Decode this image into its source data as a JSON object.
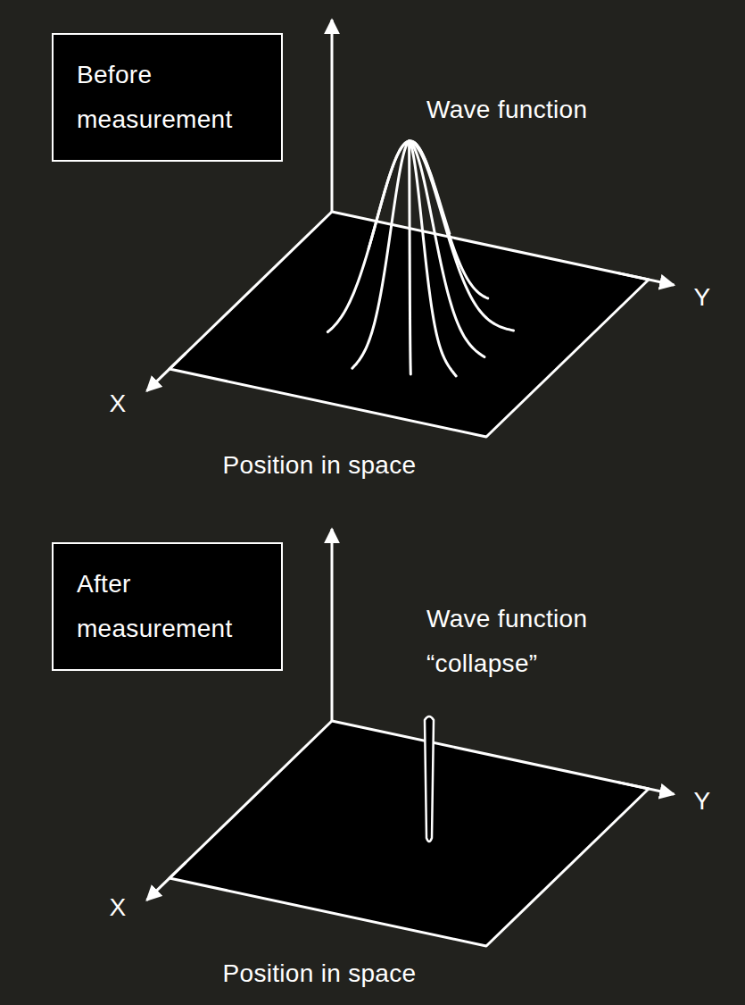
{
  "diagram": {
    "nodes": [
      {
        "text": [
          "Before measurement"
        ]
      },
      {
        "text": [
          "After measurement"
        ]
      }
    ],
    "labels": [
      "Wave function",
      "Y",
      "X",
      "Position in space",
      "Wave function “collapse”",
      "Y",
      "X",
      "Position in space"
    ]
  }
}
